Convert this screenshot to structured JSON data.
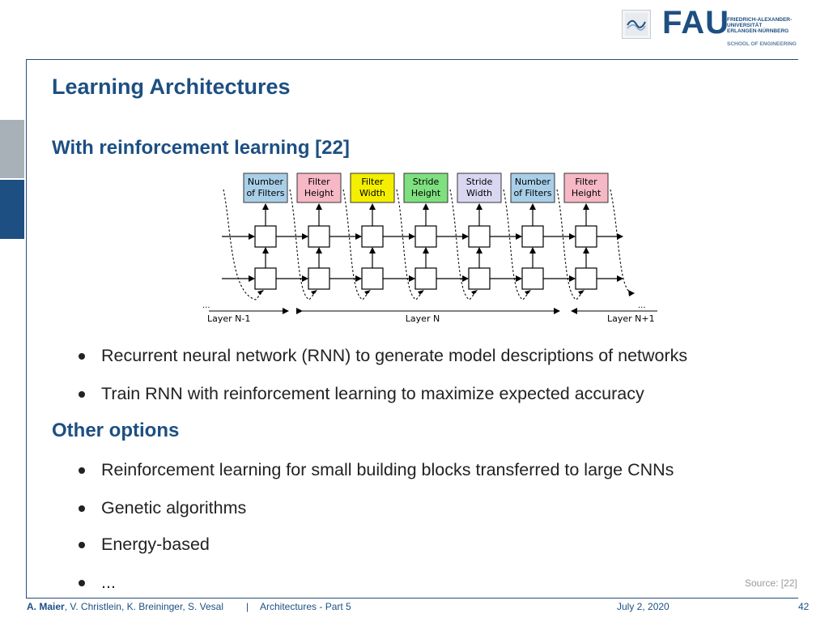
{
  "header": {
    "logo_word": "FAU",
    "university_lines": [
      "FRIEDRICH-ALEXANDER-",
      "UNIVERSITÄT",
      "ERLANGEN-NÜRNBERG"
    ],
    "school": "SCHOOL OF ENGINEERING"
  },
  "slide": {
    "title": "Learning Architectures",
    "section1": "With reinforcement learning [22]",
    "bullets1": [
      "Recurrent neural network (RNN) to generate model descriptions of networks",
      "Train RNN with reinforcement learning to maximize expected accuracy"
    ],
    "section2": "Other options",
    "bullets2": [
      "Reinforcement learning for small building blocks transferred to large CNNs",
      "Genetic algorithms",
      "Energy-based",
      "..."
    ],
    "source": "Source: [22]"
  },
  "diagram": {
    "boxes": [
      {
        "line1": "Number",
        "line2": "of Filters",
        "color": "#a9cfe8"
      },
      {
        "line1": "Filter",
        "line2": "Height",
        "color": "#f5b8c4"
      },
      {
        "line1": "Filter",
        "line2": "Width",
        "color": "#f4ee00"
      },
      {
        "line1": "Stride",
        "line2": "Height",
        "color": "#7fe07f"
      },
      {
        "line1": "Stride",
        "line2": "Width",
        "color": "#d9d6f2"
      },
      {
        "line1": "Number",
        "line2": "of Filters",
        "color": "#a9cfe8"
      },
      {
        "line1": "Filter",
        "line2": "Height",
        "color": "#f5b8c4"
      }
    ],
    "layer_prev": "Layer N-1",
    "layer_cur": "Layer N",
    "layer_next": "Layer N+1",
    "ellipsis": "..."
  },
  "footer": {
    "author_bold": "A. Maier",
    "authors_rest": ", V. Christlein, K. Breininger, S. Vesal",
    "separator": "|",
    "lecture": "Architectures - Part 5",
    "date": "July 2, 2020",
    "page": "42"
  }
}
